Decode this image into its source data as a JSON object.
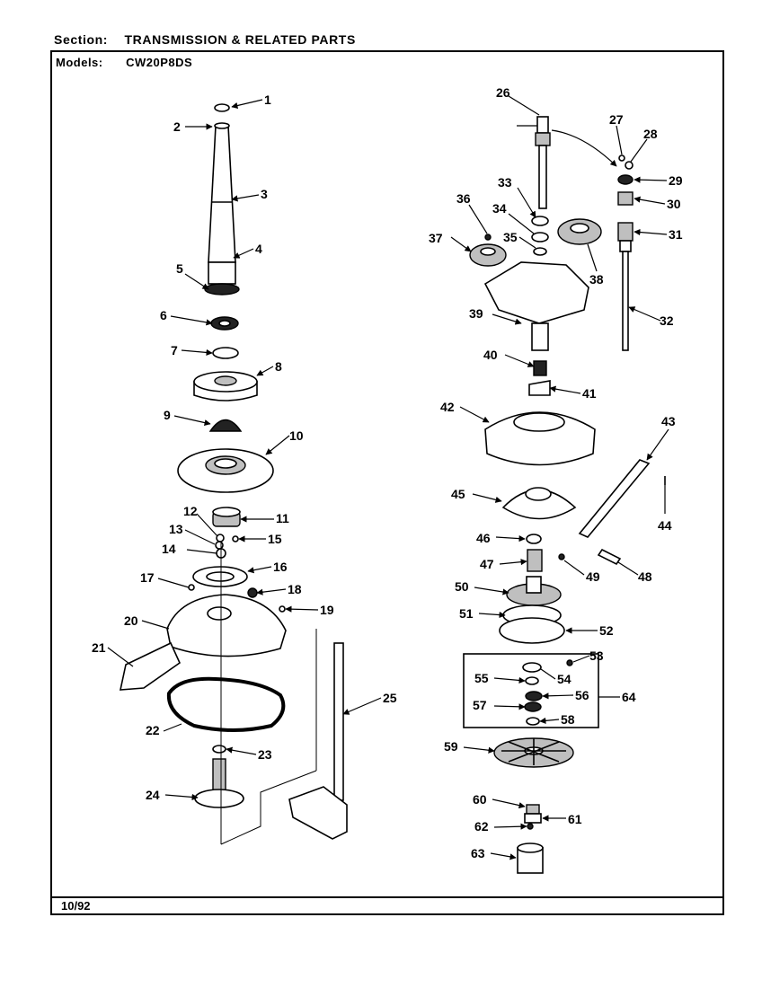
{
  "header": {
    "section_label": "Section:",
    "section_value": "TRANSMISSION & RELATED PARTS",
    "models_label": "Models:",
    "models_value": "CW20P8DS"
  },
  "footer": {
    "date_code": "10/92"
  },
  "callouts": [
    "1",
    "2",
    "3",
    "4",
    "5",
    "6",
    "7",
    "8",
    "9",
    "10",
    "11",
    "12",
    "13",
    "14",
    "15",
    "16",
    "17",
    "18",
    "19",
    "20",
    "21",
    "22",
    "23",
    "24",
    "25",
    "26",
    "27",
    "28",
    "29",
    "30",
    "31",
    "32",
    "33",
    "34",
    "35",
    "36",
    "37",
    "38",
    "39",
    "40",
    "41",
    "42",
    "43",
    "44",
    "45",
    "46",
    "47",
    "48",
    "49",
    "50",
    "51",
    "52",
    "53",
    "54",
    "55",
    "56",
    "57",
    "58",
    "59",
    "60",
    "61",
    "62",
    "63",
    "64"
  ]
}
